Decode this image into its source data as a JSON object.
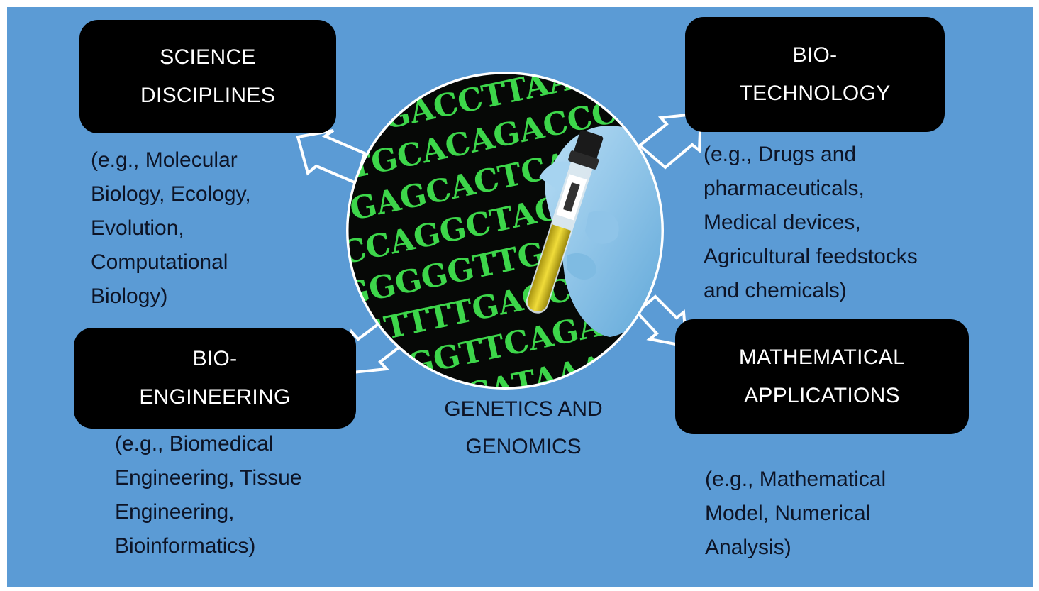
{
  "center": {
    "label_lines": [
      "GENETICS AND",
      "GENOMICS"
    ],
    "dna_lines": [
      "GGTGACCTTAACTG",
      "CTGCACAGACCCAACTG",
      "CGAGCACTCAGGAGAG",
      "CCAGGCTAGTTTTGGA",
      "GGGGGTTGGGGGAGC",
      "GTTTTGACCCAGCTCC",
      "AAGGTTCAGAAGTTCA",
      "AATACATAAAGTGTGT"
    ]
  },
  "science": {
    "title_lines": [
      "SCIENCE",
      "DISCIPLINES"
    ],
    "desc_lines": [
      "(e.g., Molecular",
      "Biology, Ecology,",
      "Evolution,",
      "Computational",
      "Biology)"
    ]
  },
  "biotech": {
    "title_lines": [
      "BIO-",
      "TECHNOLOGY"
    ],
    "desc_lines": [
      "(e.g., Drugs and",
      "pharmaceuticals,",
      "Medical devices,",
      "Agricultural feedstocks",
      "and chemicals)"
    ]
  },
  "bioeng": {
    "title_lines": [
      "BIO-",
      "ENGINEERING"
    ],
    "desc_lines": [
      "(e.g., Biomedical",
      "Engineering, Tissue",
      "Engineering,",
      "Bioinformatics)"
    ]
  },
  "math": {
    "title_lines": [
      "MATHEMATICAL",
      "APPLICATIONS"
    ],
    "desc_lines": [
      "(e.g., Mathematical",
      "Model, Numerical",
      "Analysis)"
    ]
  },
  "colors": {
    "background": "#5b9bd5",
    "box": "#000000",
    "box_text": "#ffffff",
    "dna_text": "#3dd64a",
    "tube_liquid": "#d8c21a",
    "glove": "#8fc4e8"
  }
}
